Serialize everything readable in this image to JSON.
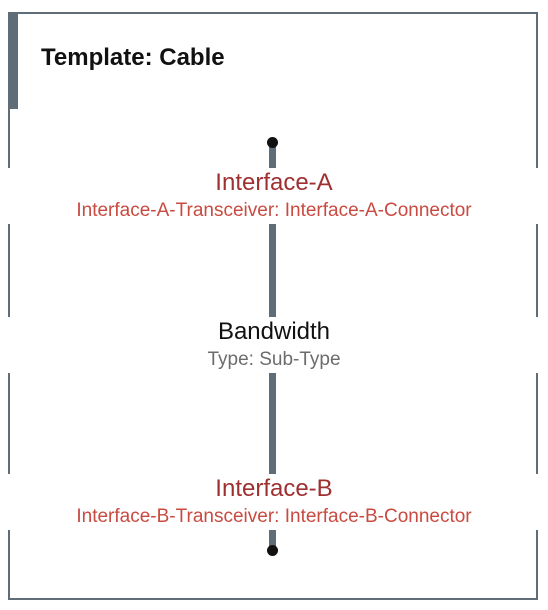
{
  "title": "Template: Cable",
  "interface_a": {
    "name": "Interface-A",
    "detail": "Interface-A-Transceiver: Interface-A-Connector"
  },
  "bandwidth": {
    "label": "Bandwidth",
    "type": "Type: Sub-Type"
  },
  "interface_b": {
    "name": "Interface-B",
    "detail": "Interface-B-Transceiver: Interface-B-Connector"
  },
  "colors": {
    "border": "#5f6d78",
    "interface_title": "#9e3030",
    "interface_detail": "#c94a40",
    "bandwidth_sub": "#6c6c6c"
  }
}
